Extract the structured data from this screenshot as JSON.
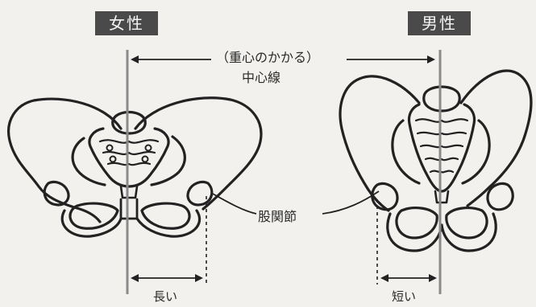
{
  "badges": {
    "female": "女性",
    "male": "男性"
  },
  "labels": {
    "center_note": "（重心のかかる）",
    "center_line": "中心線",
    "hip_joint": "股関節",
    "long": "長い",
    "short": "短い"
  },
  "colors": {
    "badge_bg": "#4a4a4a",
    "ink": "#222222",
    "center_line": "#8a8a8a",
    "background": "#f2f1ee"
  }
}
